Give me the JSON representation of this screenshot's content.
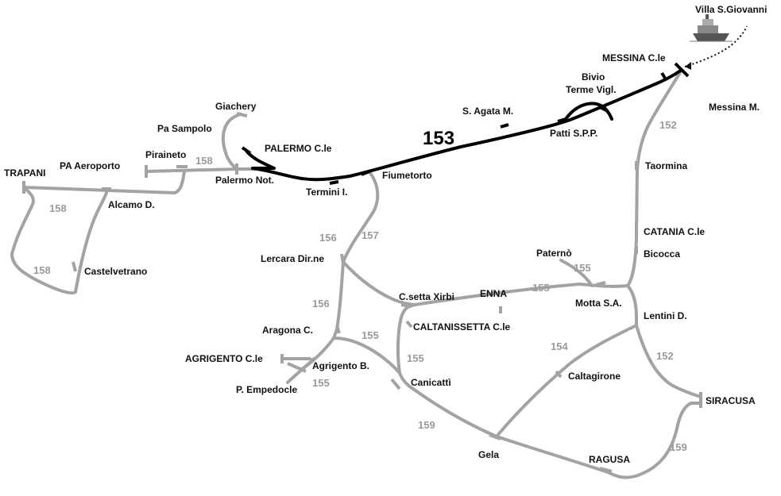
{
  "stations": {
    "villa_s_giovanni": "Villa S.Giovanni",
    "messina_cle": "MESSINA C.le",
    "messina_m": "Messina M.",
    "bivio": "Bivio",
    "terme_vigl": "Terme Vigl.",
    "s_agata_m": "S. Agata M.",
    "patti_spp": "Patti S.P.P.",
    "giachery": "Giachery",
    "pa_sampolo": "Pa Sampolo",
    "palermo_cle": "PALERMO C.le",
    "piraineto": "Piraineto",
    "pa_aeroporto": "PA Aeroporto",
    "palermo_not": "Palermo Not.",
    "termini_i": "Termini I.",
    "fiumetorto": "Fiumetorto",
    "trapani": "TRAPANI",
    "alcamo_d": "Alcamo D.",
    "castelvetrano": "Castelvetrano",
    "taormina": "Taormina",
    "catania_cle": "CATANIA C.le",
    "bicocca": "Bicocca",
    "paterno": "Paternò",
    "lercara_dirne": "Lercara Dir.ne",
    "csetta_xirbi": "C.setta Xirbi",
    "enna": "ENNA",
    "motta_sa": "Motta S.A.",
    "caltanissetta_cle": "CALTANISSETTA C.le",
    "lentini_d": "Lentini D.",
    "aragona_c": "Aragona C.",
    "agrigento_cle": "AGRIGENTO C.le",
    "agrigento_b": "Agrigento B.",
    "p_empedocle": "P. Empedocle",
    "canicatti": "Canicattì",
    "caltagirone": "Caltagirone",
    "siracusa": "SIRACUSA",
    "gela": "Gela",
    "ragusa": "RAGUSA"
  },
  "line_numbers": {
    "l153": "153",
    "l152_north": "152",
    "l152_south": "152",
    "l158_pa": "158",
    "l158_a": "158",
    "l158_b": "158",
    "l156_a": "156",
    "l156_b": "156",
    "l157": "157",
    "l155_paterno": "155",
    "l155_enna": "155",
    "l155_aragona": "155",
    "l155_canicatti": "155",
    "l155_empedocle": "155",
    "l154": "154",
    "l159_gela": "159",
    "l159_ragusa": "159"
  },
  "colors": {
    "highlighted_line": "#000000",
    "network_line": "#a3a3a3"
  },
  "icons": {
    "ferry": "ship-icon"
  }
}
